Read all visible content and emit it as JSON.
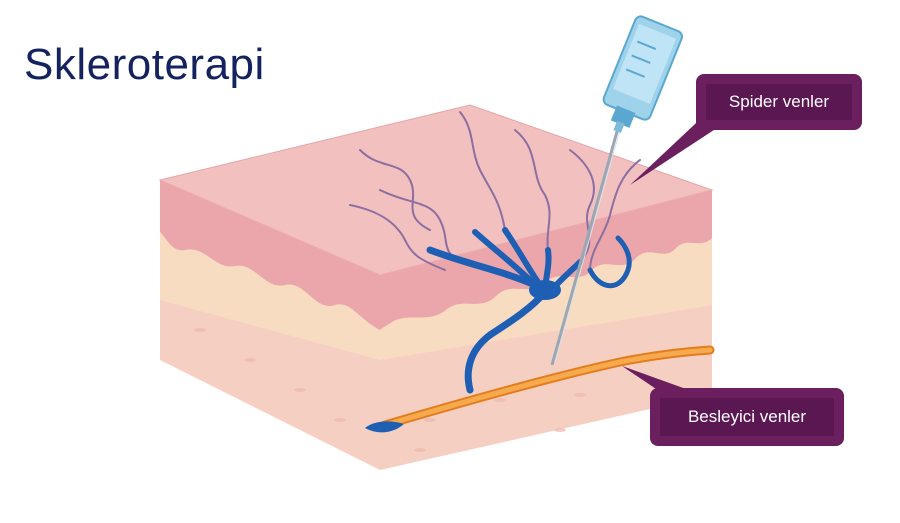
{
  "title": "Skleroterapi",
  "labels": {
    "spider": "Spider venler",
    "feeder": "Besleyici venler"
  },
  "colors": {
    "title": "#14235f",
    "callout_bg": "#6b1f5f",
    "callout_inner": "#5a1752",
    "skin_top": "#f3c0c0",
    "skin_layer_pink": "#eaa6aa",
    "skin_layer_beige": "#f8dcc2",
    "skin_layer_base": "#f6cfc3",
    "vein_blue": "#1f5fb3",
    "feeder_orange": "#f39a36",
    "needle_blue": "#8ec9e6"
  }
}
